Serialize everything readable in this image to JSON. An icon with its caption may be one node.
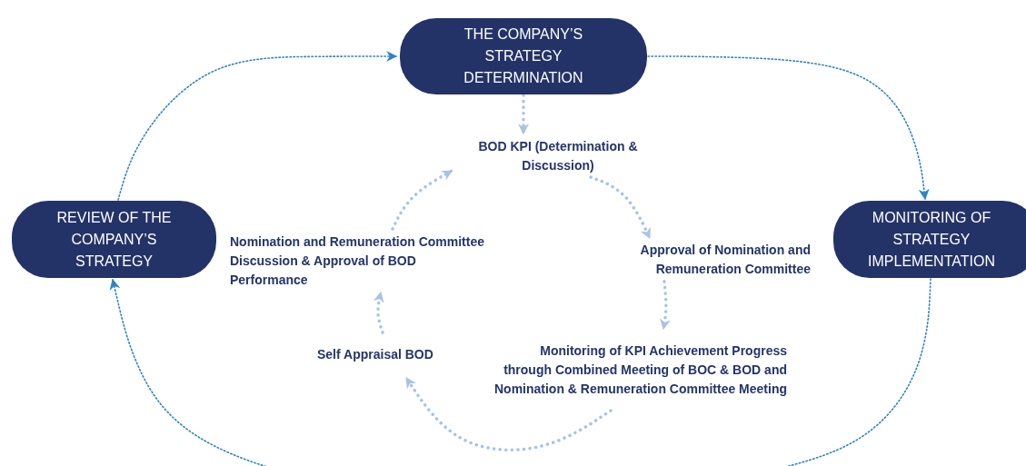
{
  "diagram": {
    "nodes": [
      {
        "text": [
          "THE COMPANY’S STRATEGY DETERMINATION"
        ]
      },
      {
        "text": [
          "REVIEW OF THE COMPANY’S STRATEGY"
        ]
      },
      {
        "text": [
          "MONITORING OF STRATEGY IMPLEMENTATION"
        ]
      },
      {
        "text": [
          "BOD KPI (Determination & Discussion)"
        ]
      },
      {
        "text": [
          "Approval of Nomination and Remuneration Committee"
        ]
      },
      {
        "text": [
          "Monitoring of KPI Achievement Progress through Combined Meeting of BOC & BOD and Nomination & Remuneration Committee Meeting"
        ]
      },
      {
        "text": [
          "Self Appraisal BOD"
        ]
      },
      {
        "text": [
          "Nomination and Remuneration Committee Discussion & Approval of BOD Performance"
        ]
      }
    ],
    "edges": [
      {
        "from": 1,
        "to": 0,
        "arrow": "to",
        "style": "dashed",
        "color": "#2a85c8"
      },
      {
        "from": 0,
        "to": 2,
        "arrow": "to",
        "style": "dashed",
        "color": "#2a85c8"
      },
      {
        "from": 2,
        "to": 1,
        "arrow": "to",
        "style": "dashed",
        "color": "#2a85c8"
      },
      {
        "from": 0,
        "to": 3,
        "arrow": "to",
        "style": "dashed"
      },
      {
        "from": 3,
        "to": 4,
        "arrow": "to",
        "style": "dashed"
      },
      {
        "from": 4,
        "to": 5,
        "arrow": "to",
        "style": "dashed"
      },
      {
        "from": 5,
        "to": 6,
        "arrow": "to",
        "style": "dashed"
      },
      {
        "from": 6,
        "to": 7,
        "arrow": "to",
        "style": "dashed"
      },
      {
        "from": 7,
        "to": 3,
        "arrow": "to",
        "style": "dashed"
      }
    ]
  }
}
